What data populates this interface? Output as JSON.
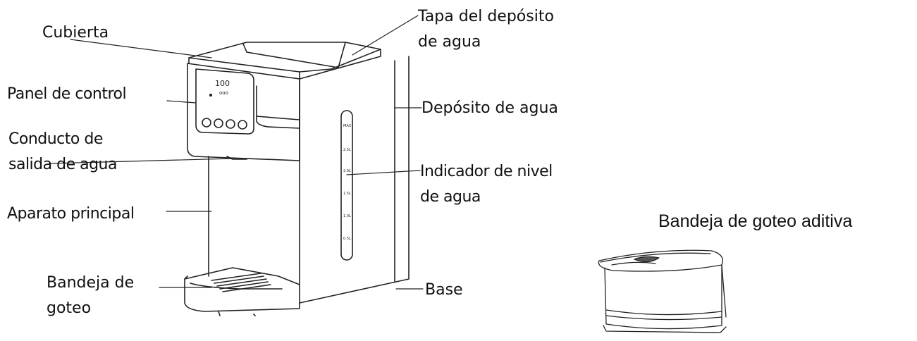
{
  "labels": {
    "cubierta": "Cubierta",
    "tapa_line1": "Tapa del depósito",
    "tapa_line2": "de agua",
    "panel": "Panel de control",
    "deposito": "Depósito de agua",
    "conducto_line1": "Conducto de",
    "conducto_line2": "salida de agua",
    "indicador_line1": "Indicador de nivel",
    "indicador_line2": "de agua",
    "aparato": "Aparato principal",
    "bandeja_line1": "Bandeja de",
    "bandeja_line2": "goteo",
    "base": "Base"
  },
  "extra": {
    "title": "Bandeja de goteo aditiva"
  },
  "display": {
    "temperature": "100",
    "unit": "ooo"
  },
  "gauge_marks": [
    "MAX",
    "2.5L",
    "2.0L",
    "1.5L",
    "1.0L",
    "0.5L"
  ]
}
